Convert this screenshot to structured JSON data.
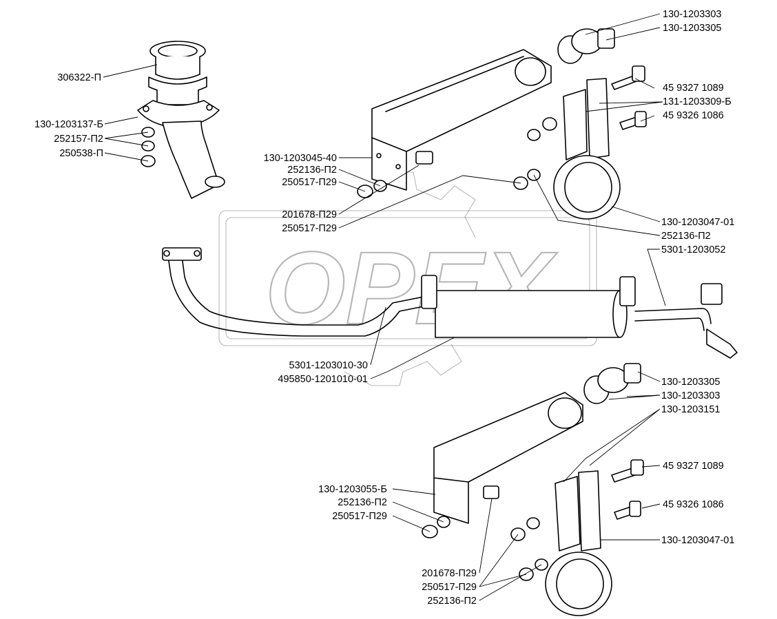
{
  "watermark": {
    "text": "OPEX"
  },
  "labels": {
    "l_130_1203303_top": "130-1203303",
    "l_130_1203305_top": "130-1203305",
    "l_306322": "306322-П",
    "l_45_9327_1089_top": "45 9327 1089",
    "l_131_1203309": "131-1203309-Б",
    "l_45_9326_1086_top": "45 9326 1086",
    "l_130_1203137": "130-1203137-Б",
    "l_252157": "252157-П2",
    "l_250538": "250538-П",
    "l_130_1203045": "130-1203045-40",
    "l_252136_a": "252136-П2",
    "l_250517_a": "250517-П29",
    "l_201678_a": "201678-П29",
    "l_250517_b": "250517-П29",
    "l_130_1203047_top": "130-1203047-01",
    "l_252136_b": "252136-П2",
    "l_5301_1203052": "5301-1203052",
    "l_5301_1203010": "5301-1203010-30",
    "l_495850": "495850-1201010-01",
    "l_130_1203305_bot": "130-1203305",
    "l_130_1203303_bot": "130-1203303",
    "l_130_1203151": "130-1203151",
    "l_45_9327_1089_bot": "45 9327 1089",
    "l_130_1203055": "130-1203055-Б",
    "l_252136_c": "252136-П2",
    "l_250517_c": "250517-П29",
    "l_45_9326_1086_bot": "45 9326 1086",
    "l_130_1203047_bot": "130-1203047-01",
    "l_201678_b": "201678-П29",
    "l_250517_d": "250517-П29",
    "l_252136_d": "252136-П2"
  }
}
